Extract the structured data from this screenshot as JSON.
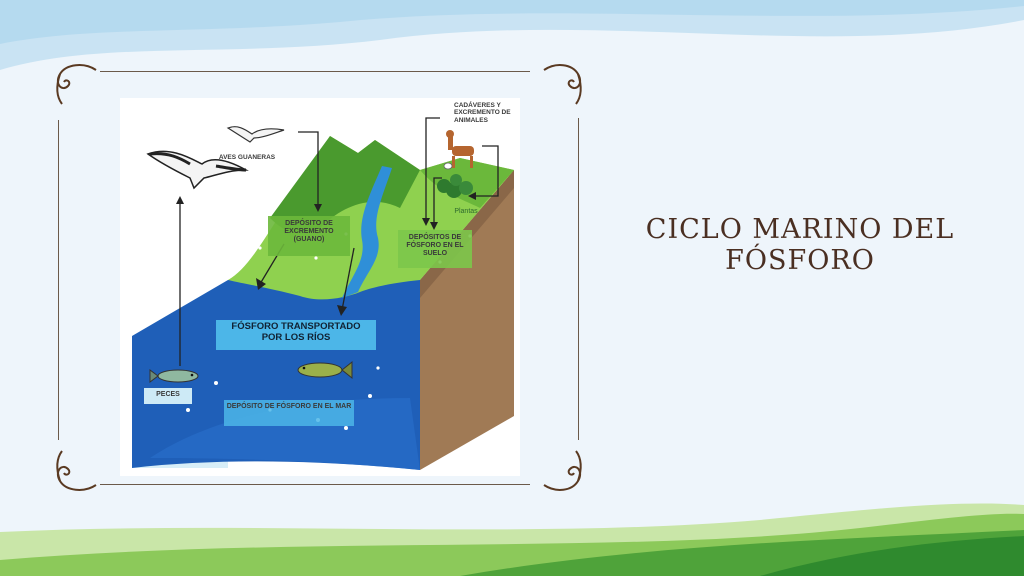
{
  "slide": {
    "title_line1": "CICLO MARINO DEL",
    "title_line2": "FÓSFORO"
  },
  "diagram": {
    "labels": {
      "birds": "AVES GUANERAS",
      "guano": "DEPÓSITO DE EXCREMENTO (GUANO)",
      "carcasses": "CADÁVERES Y EXCREMENTO DE ANIMALES",
      "soil": "DEPÓSITOS DE FÓSFORO EN EL SUELO",
      "plants": "Plantas",
      "river_transport": "FÓSFORO TRANSPORTADO POR LOS RÍOS",
      "fish": "PECES",
      "sea_deposit": "DEPÓSITO DE FÓSFORO EN EL MAR"
    }
  },
  "colors": {
    "title": "#4a2f22",
    "frame": "#6b5a4a",
    "sea": "#1f5fb8",
    "land": "#8fd14f",
    "cliff": "#a07a55",
    "label_box": "#4cb6e8"
  }
}
